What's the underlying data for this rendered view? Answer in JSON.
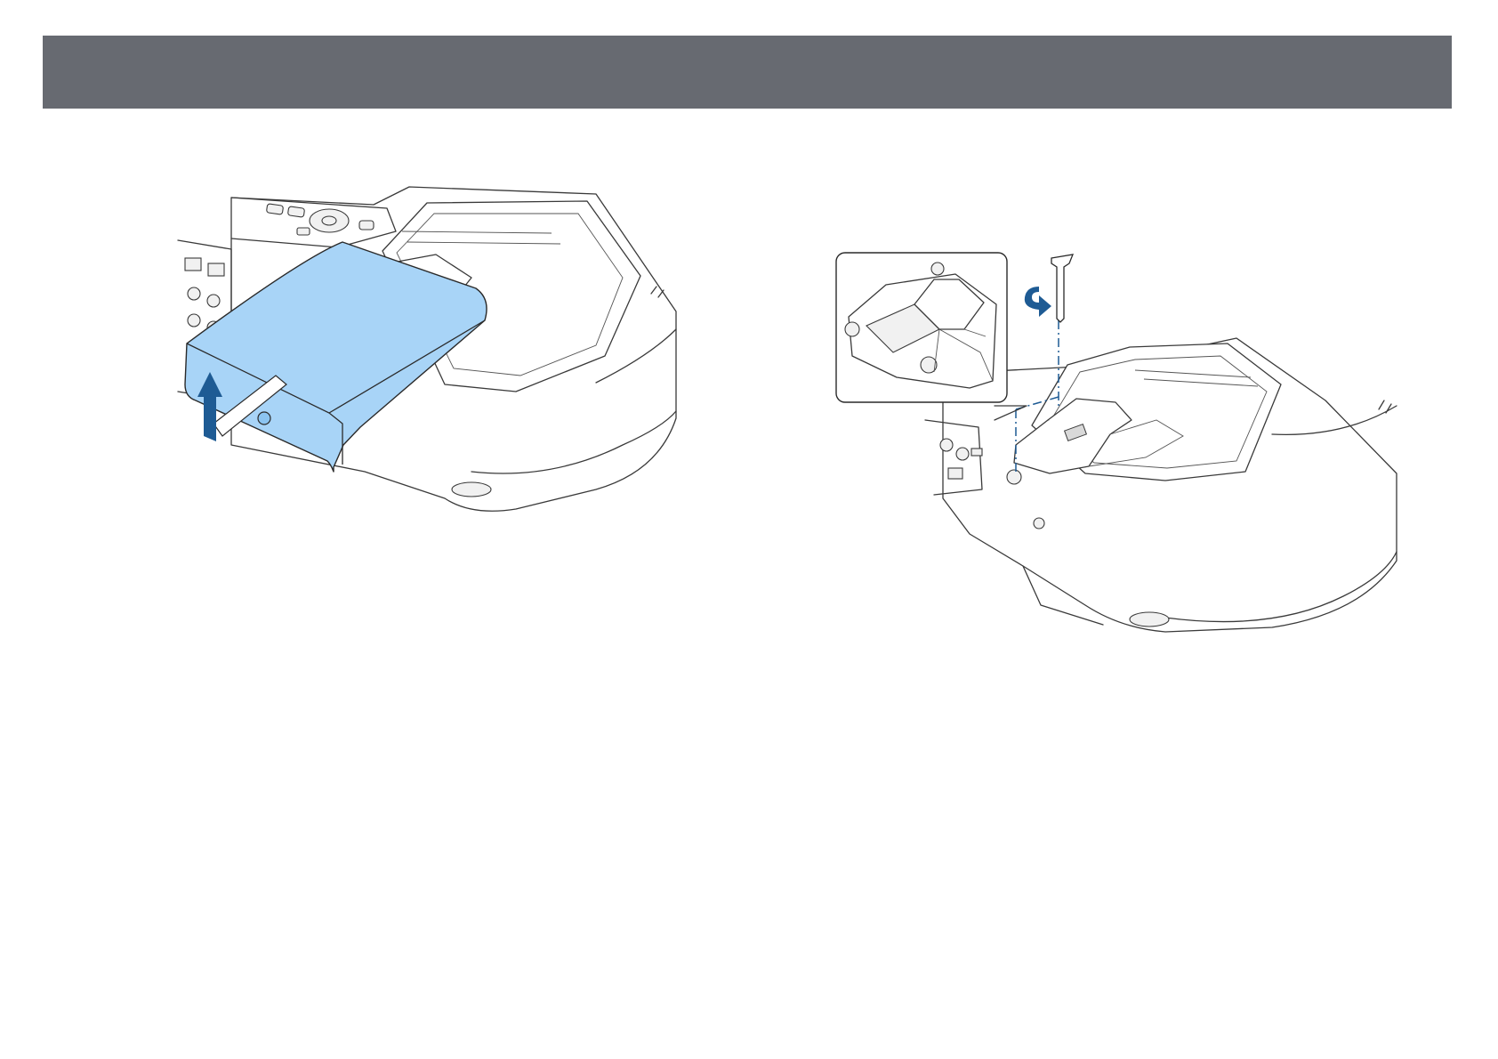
{
  "header": {
    "title": ""
  },
  "colors": {
    "header_bar": "#676a71",
    "lamp_cover": "#a8d4f7",
    "arrow": "#1e5b94",
    "guide_line": "#1e5b94"
  },
  "figures": [
    {
      "id": "remove-lamp-cover",
      "icons": [
        "lamp-cover",
        "lift-arrow-icon",
        "projector-body"
      ]
    },
    {
      "id": "loosen-lamp-screws",
      "icons": [
        "screwdriver-icon",
        "rotate-arrow-icon",
        "lamp-unit",
        "detail-inset"
      ]
    }
  ]
}
